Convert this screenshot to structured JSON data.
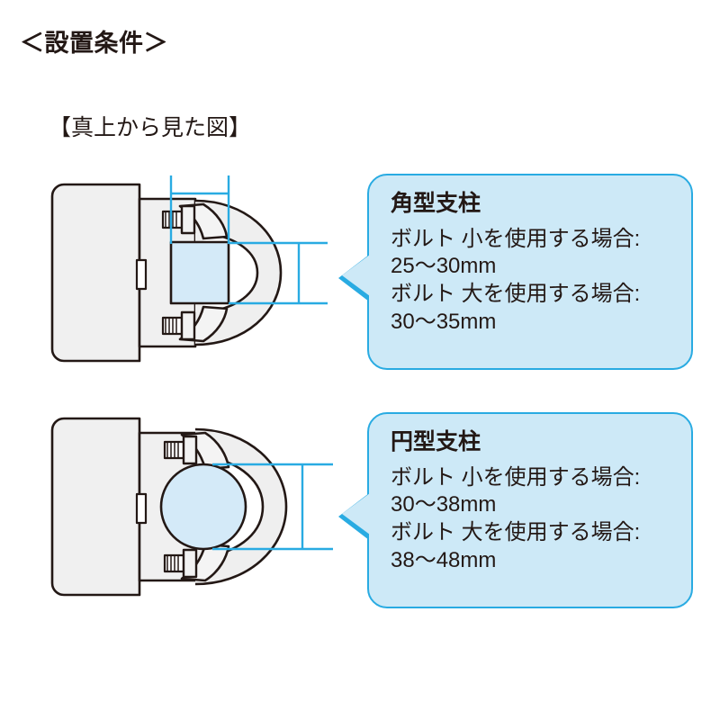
{
  "page": {
    "main_title": "＜設置条件＞",
    "sub_title": "【真上から見た図】",
    "colors": {
      "callout_fill": "#cde9f7",
      "callout_border": "#29abe2",
      "dimension_line": "#29abe2",
      "post_fill": "#d4eaf8",
      "body_fill": "#f0f0f0",
      "outline": "#231815"
    }
  },
  "diagrams": [
    {
      "id": "diagram-square",
      "name": "top-view-square-post",
      "post_shape": "square",
      "description": "真上から見た図 角型支柱クランプ"
    },
    {
      "id": "diagram-round",
      "name": "top-view-round-post",
      "post_shape": "circle",
      "description": "真上から見た図 円型支柱クランプ"
    }
  ],
  "callouts": [
    {
      "id": "callout-square",
      "title": "角型支柱",
      "lines": [
        "ボルト 小を使用する場合:",
        "25〜30mm",
        "ボルト 大を使用する場合:",
        "30〜35mm"
      ],
      "specs": [
        {
          "bolt": "小",
          "label": "ボルト 小を使用する場合:",
          "range": "25〜30mm",
          "min_mm": 25,
          "max_mm": 30
        },
        {
          "bolt": "大",
          "label": "ボルト 大を使用する場合:",
          "range": "30〜35mm",
          "min_mm": 30,
          "max_mm": 35
        }
      ]
    },
    {
      "id": "callout-round",
      "title": "円型支柱",
      "lines": [
        "ボルト 小を使用する場合:",
        "30〜38mm",
        "ボルト 大を使用する場合:",
        "38〜48mm"
      ],
      "specs": [
        {
          "bolt": "小",
          "label": "ボルト 小を使用する場合:",
          "range": "30〜38mm",
          "min_mm": 30,
          "max_mm": 38
        },
        {
          "bolt": "大",
          "label": "ボルト 大を使用する場合:",
          "range": "38〜48mm",
          "min_mm": 38,
          "max_mm": 48
        }
      ]
    }
  ]
}
